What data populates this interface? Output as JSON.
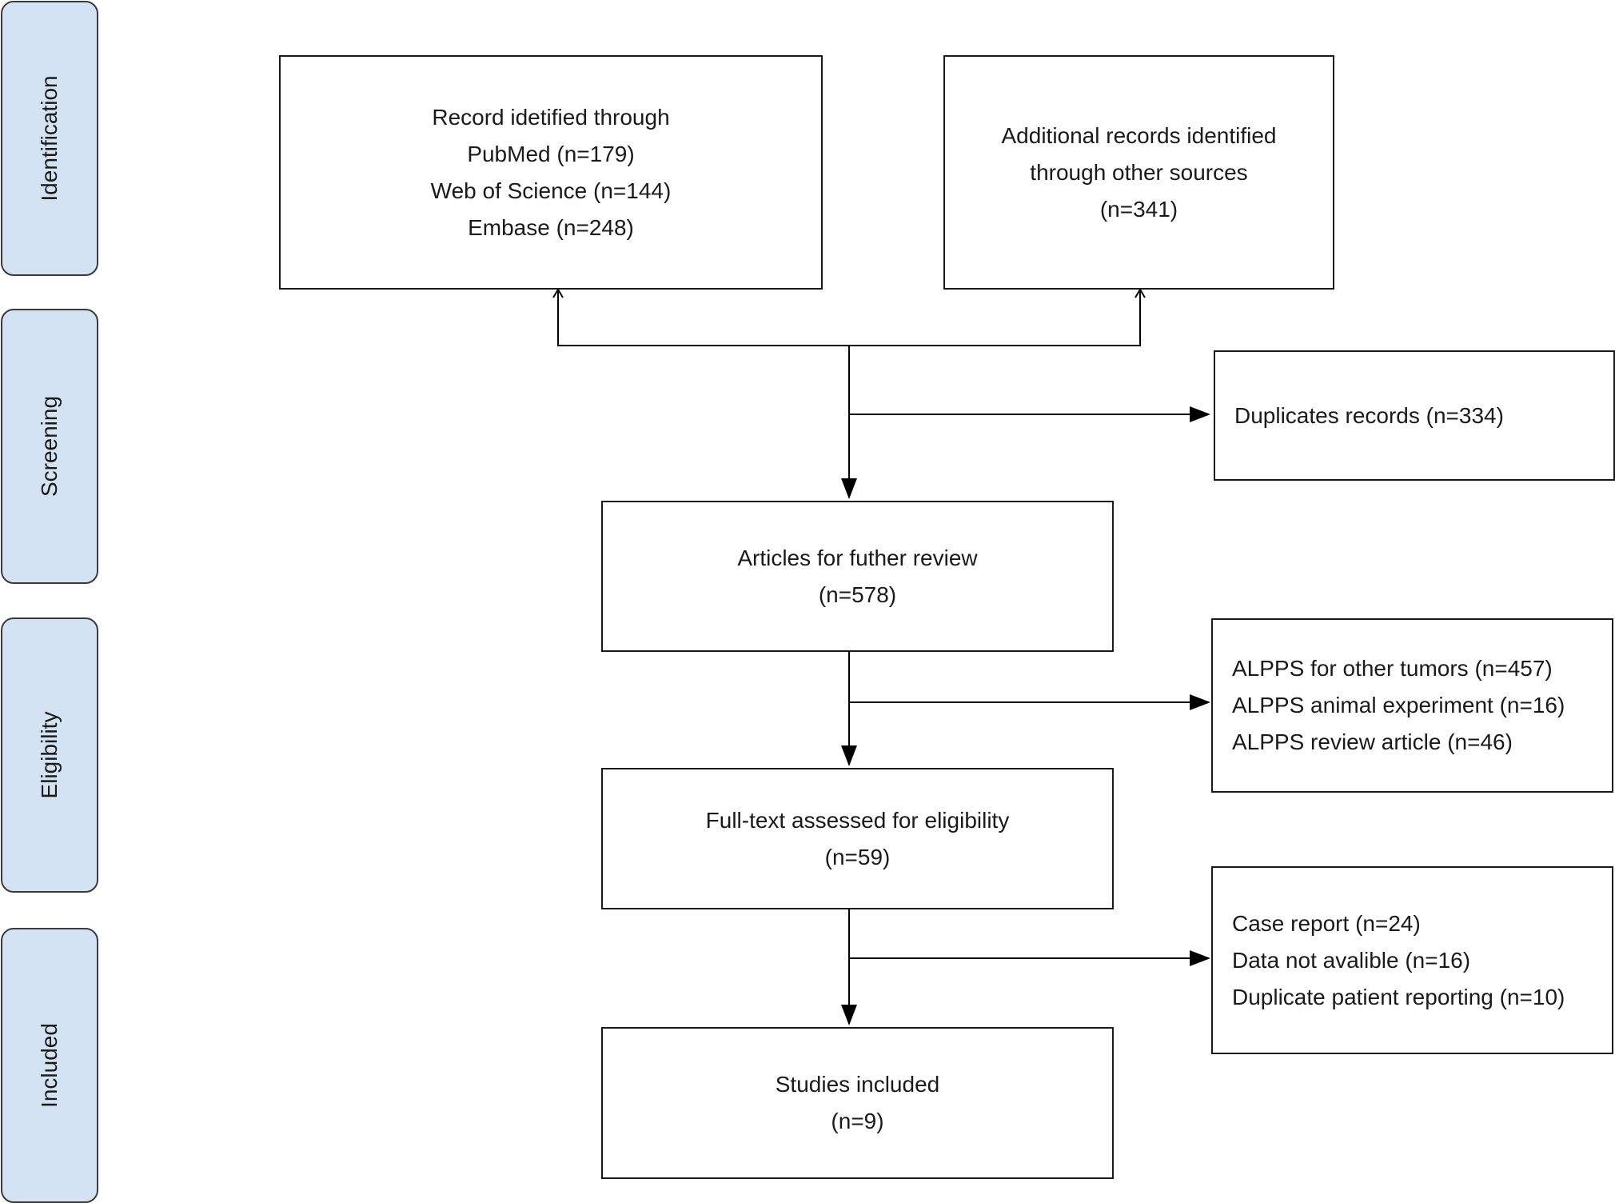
{
  "phases": [
    {
      "id": "identification",
      "label": "Identification"
    },
    {
      "id": "screening",
      "label": "Screening"
    },
    {
      "id": "eligibility",
      "label": "Eligibility"
    },
    {
      "id": "included",
      "label": "Included"
    }
  ],
  "boxes": {
    "records_db": {
      "lines": [
        "Record idetified through",
        "PubMed (n=179)",
        "Web of Science (n=144)",
        "Embase (n=248)"
      ]
    },
    "records_other": {
      "lines": [
        "Additional records identified",
        "through other sources",
        "(n=341)"
      ]
    },
    "duplicates": {
      "lines": [
        "Duplicates records (n=334)"
      ]
    },
    "further_review": {
      "lines": [
        "Articles for futher review",
        "(n=578)"
      ]
    },
    "excluded_1": {
      "lines": [
        "ALPPS for other tumors (n=457)",
        "ALPPS animal experiment (n=16)",
        "ALPPS review article (n=46)"
      ]
    },
    "full_text": {
      "lines": [
        "Full-text assessed for eligibility",
        "(n=59)"
      ]
    },
    "excluded_2": {
      "lines": [
        "Case report (n=24)",
        "Data not avalible (n=16)",
        "Duplicate patient reporting (n=10)"
      ]
    },
    "included": {
      "lines": [
        "Studies included",
        "(n=9)"
      ]
    }
  },
  "colors": {
    "phase_fill": "#d3e3f3",
    "border": "#1a1a1a"
  }
}
